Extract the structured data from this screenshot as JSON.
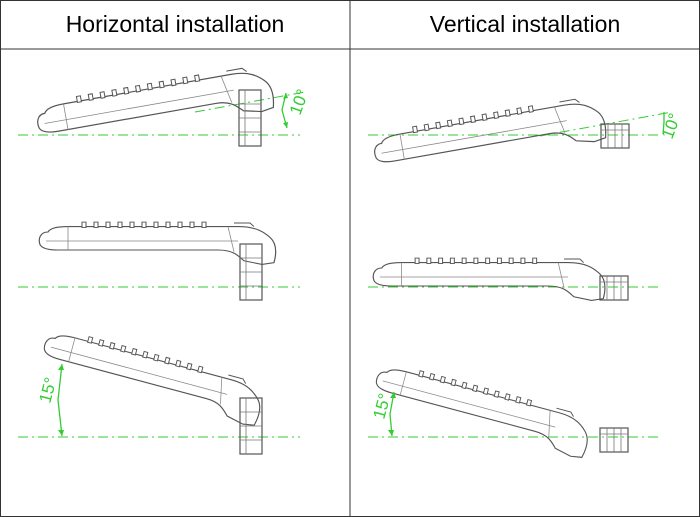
{
  "headers": {
    "left": "Horizontal installation",
    "right": "Vertical installation"
  },
  "angles": {
    "h_top": "10°",
    "h_bottom": "15°",
    "v_top": "10°",
    "v_bottom": "15°"
  },
  "colors": {
    "guide": "#33cc33",
    "line": "#555555",
    "border": "#333333"
  }
}
